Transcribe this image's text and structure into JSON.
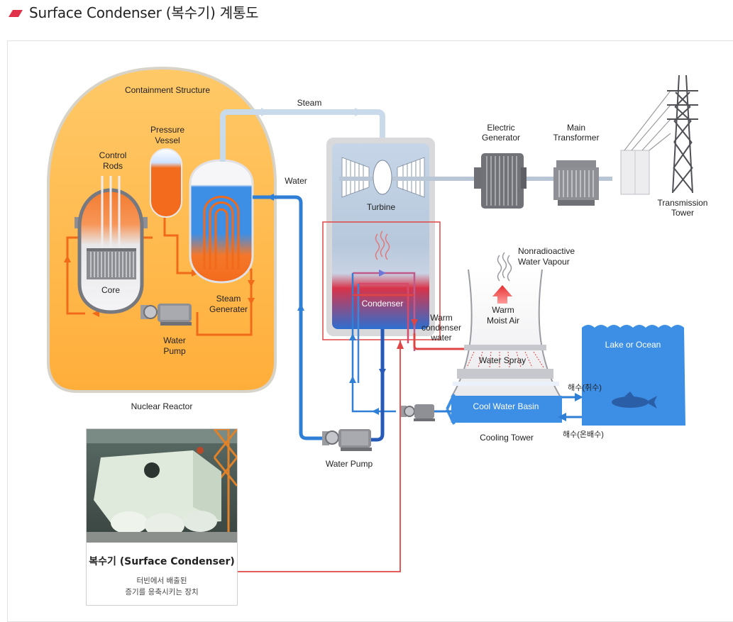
{
  "page": {
    "title": "Surface Condenser (복수기) 계통도"
  },
  "labels": {
    "containment": "Containment Structure",
    "pressure_vessel_1": "Pressure",
    "pressure_vessel_2": "Vessel",
    "control_rods_1": "Control",
    "control_rods_2": "Rods",
    "core": "Core",
    "steam_generator_1": "Steam",
    "steam_generator_2": "Generater",
    "water_pump_1": "Water",
    "water_pump_2": "Pump",
    "nuclear_reactor": "Nuclear Reactor",
    "steam": "Steam",
    "water": "Water",
    "turbine": "Turbine",
    "condenser": "Condenser",
    "electric_generator_1": "Electric",
    "electric_generator_2": "Generator",
    "main_transformer_1": "Main",
    "main_transformer_2": "Transformer",
    "transmission_tower_1": "Transmission",
    "transmission_tower_2": "Tower",
    "vapour_1": "Nonradioactive",
    "vapour_2": "Water Vapour",
    "warm_moist_air_1": "Warm",
    "warm_moist_air_2": "Moist Air",
    "warm_condenser_1": "Warm",
    "warm_condenser_2": "condenser",
    "warm_condenser_3": "water",
    "water_spray": "Water Spray",
    "cool_water_basin": "Cool Water Basin",
    "cooling_tower": "Cooling Tower",
    "lake_or_ocean": "Lake or Ocean",
    "seawater_intake": "해수(취수)",
    "seawater_discharge": "해수(온배수)",
    "water_pump_bottom": "Water Pump"
  },
  "photo_card": {
    "title": "복수기 (Surface Condenser)",
    "description": "터빈에서 배출된\n증기를 응축시키는 장치"
  },
  "colors": {
    "accent_red": "#e04545",
    "steam_line": "#c9daea",
    "water_blue": "#2f7fd6",
    "hot_orange": "#f06a1a",
    "containment_fill": "#ffb948",
    "ocean": "#3d8fe6"
  }
}
